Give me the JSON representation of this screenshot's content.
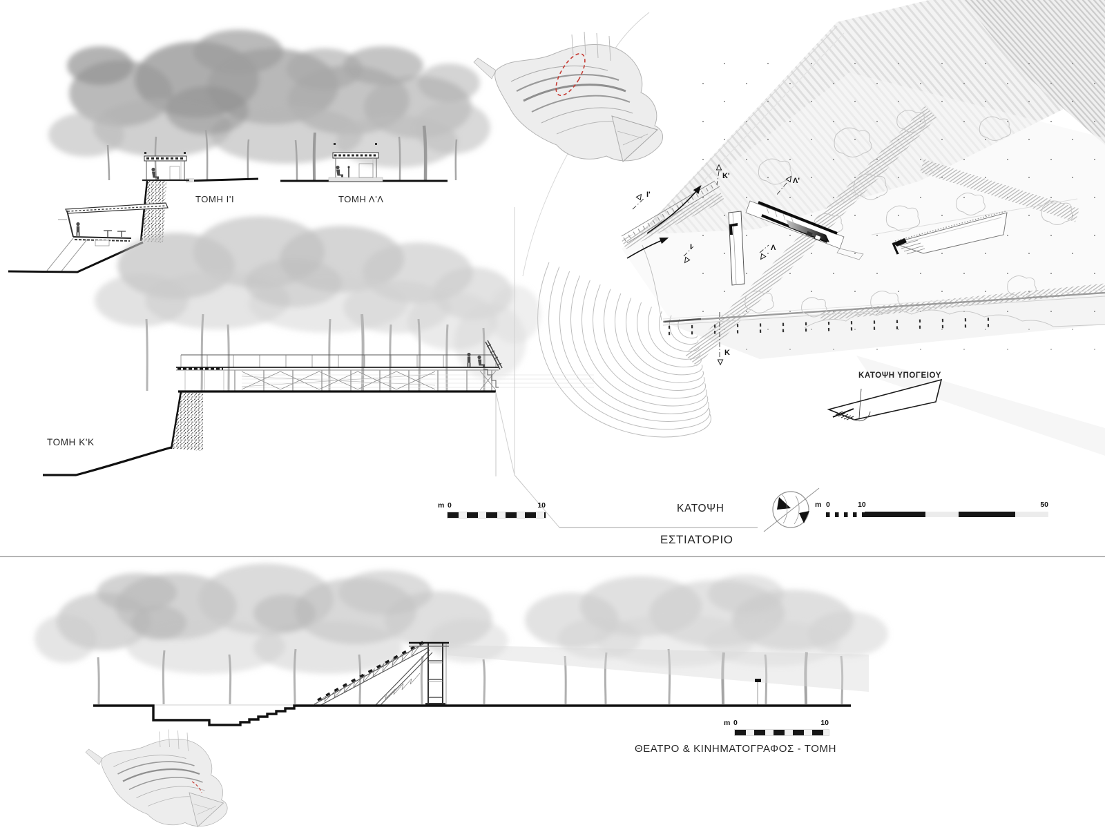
{
  "colors": {
    "background": "#ffffff",
    "ink": "#1f1f1f",
    "tree_grey": "#bdbdbd",
    "terrace_grey": "#e6e6e6",
    "accent_red": "#c23b31"
  },
  "labels": {
    "section_ii": "ΤΟΜΗ Ι'Ι",
    "section_ll": "ΤΟΜΗ Λ'Λ",
    "section_kk": "ΤΟΜΗ Κ'Κ",
    "plan": "ΚΑΤΟΨΗ",
    "basement_plan": "ΚΑΤΟΨΗ ΥΠΟΓΕΙΟΥ",
    "restaurant": "ΕΣΤΙΑΤΟΡΙΟ",
    "theater_section": "ΘΕΑΤΡΟ & ΚΙΝΗΜΑΤΟΓΡΑΦΟΣ - ΤΟΜΗ"
  },
  "plan_markers": {
    "i_prime": "Ι'",
    "k_prime": "Κ'",
    "l_prime": "Λ'",
    "i": "Ι",
    "l": "Λ",
    "k": "Κ"
  },
  "scalebars": {
    "sections": {
      "unit": "m",
      "zero": "0",
      "max": "10"
    },
    "plan": {
      "unit": "m",
      "zero": "0",
      "mid": "10",
      "max": "50"
    },
    "theater": {
      "unit": "m",
      "zero": "0",
      "max": "10"
    }
  }
}
